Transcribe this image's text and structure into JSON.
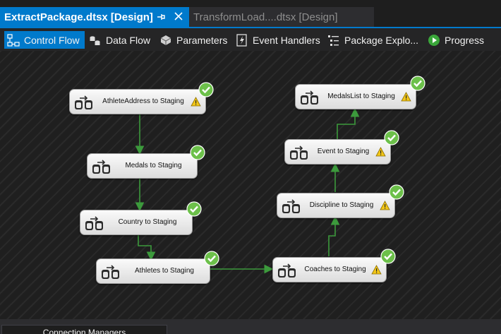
{
  "doc_tabs": [
    {
      "title": "ExtractPackage.dtsx [Design]",
      "active": true
    },
    {
      "title": "TransformLoad....dtsx [Design]",
      "active": false
    }
  ],
  "designer_tabs": [
    {
      "label": "Control Flow",
      "icon": "control-flow-icon",
      "selected": true
    },
    {
      "label": "Data Flow",
      "icon": "data-flow-icon",
      "selected": false
    },
    {
      "label": "Parameters",
      "icon": "parameters-icon",
      "selected": false
    },
    {
      "label": "Event Handlers",
      "icon": "event-handlers-icon",
      "selected": false
    },
    {
      "label": "Package Explo...",
      "icon": "package-explorer-icon",
      "selected": false
    },
    {
      "label": "Progress",
      "icon": "progress-play-icon",
      "selected": false
    }
  ],
  "tasks": [
    {
      "id": "athleteaddress",
      "label": "AthleteAddress to Staging",
      "status": "success",
      "warning": true
    },
    {
      "id": "medals",
      "label": "Medals to Staging",
      "status": "success",
      "warning": false
    },
    {
      "id": "country",
      "label": "Country to Staging",
      "status": "success",
      "warning": false
    },
    {
      "id": "athletes",
      "label": "Athletes to Staging",
      "status": "success",
      "warning": false
    },
    {
      "id": "coaches",
      "label": "Coaches to Staging",
      "status": "success",
      "warning": true
    },
    {
      "id": "discipline",
      "label": "Discipline to Staging",
      "status": "success",
      "warning": true
    },
    {
      "id": "event",
      "label": "Event to Staging",
      "status": "success",
      "warning": true
    },
    {
      "id": "medalslist",
      "label": "MedalsList to Staging",
      "status": "success",
      "warning": true
    }
  ],
  "bottom_panel": {
    "tab_label": "Connection Managers"
  },
  "colors": {
    "accent": "#007acc",
    "success": "#6cc04a",
    "warning": "#f2c618",
    "connector": "#3c9a3c"
  }
}
